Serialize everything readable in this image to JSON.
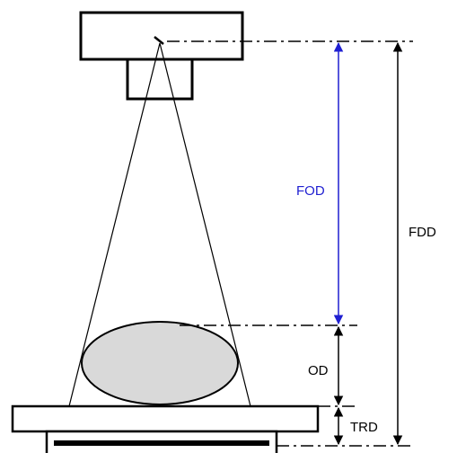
{
  "labels": {
    "fod": "FOD",
    "fdd": "FDD",
    "od": "OD",
    "trd": "TRD"
  },
  "colors": {
    "fod": "#1f1fd1",
    "line": "#000000",
    "object_fill": "#d9d9d9"
  }
}
